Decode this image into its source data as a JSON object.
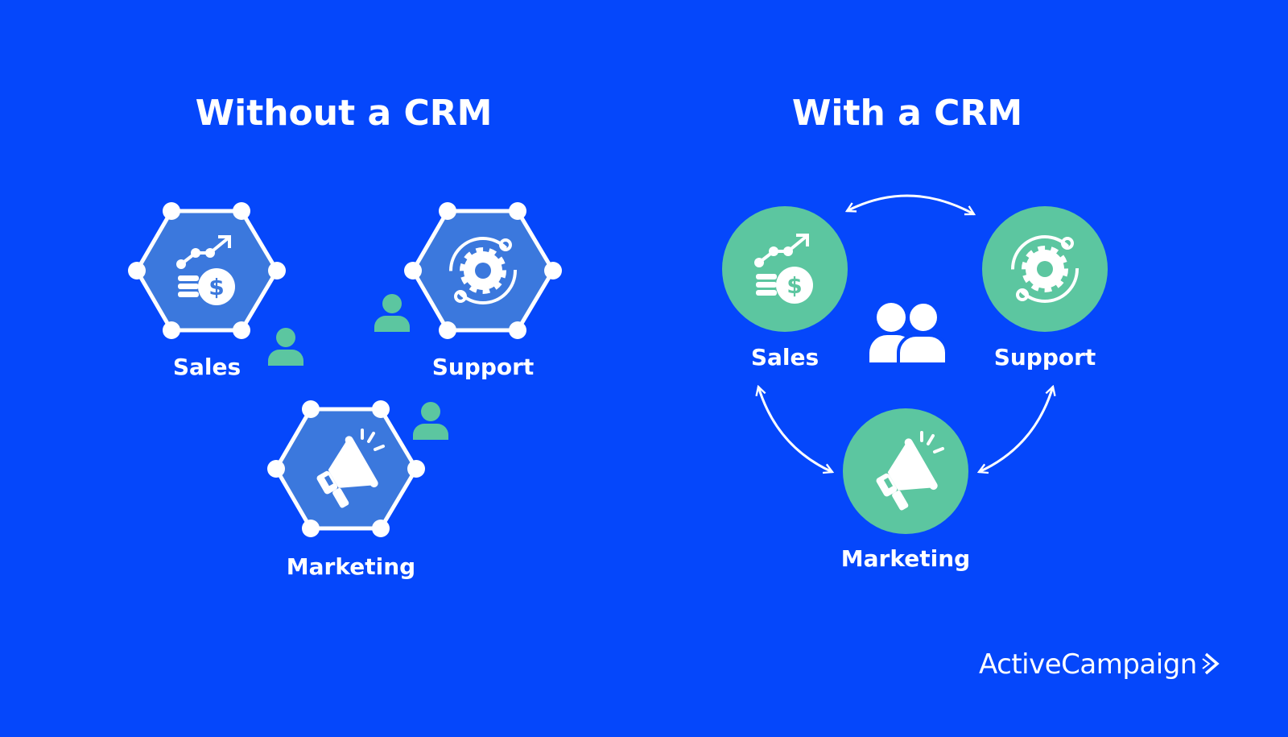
{
  "colors": {
    "background": "#0547fb",
    "hexagon": "#3b78dd",
    "circle": "#5cc6a0",
    "person": "#5cc6a0",
    "white": "#ffffff"
  },
  "left_panel": {
    "title": "Without a CRM",
    "nodes": [
      {
        "label": "Sales",
        "icon": "sales-chart-coins-icon"
      },
      {
        "label": "Support",
        "icon": "support-gear-icon"
      },
      {
        "label": "Marketing",
        "icon": "megaphone-icon"
      }
    ]
  },
  "right_panel": {
    "title": "With a CRM",
    "nodes": [
      {
        "label": "Sales",
        "icon": "sales-chart-coins-icon"
      },
      {
        "label": "Support",
        "icon": "support-gear-icon"
      },
      {
        "label": "Marketing",
        "icon": "megaphone-icon"
      }
    ],
    "center_icon": "people-group-icon"
  },
  "brand": {
    "logo_text": "ActiveCampaign",
    "logo_mark": ">"
  }
}
